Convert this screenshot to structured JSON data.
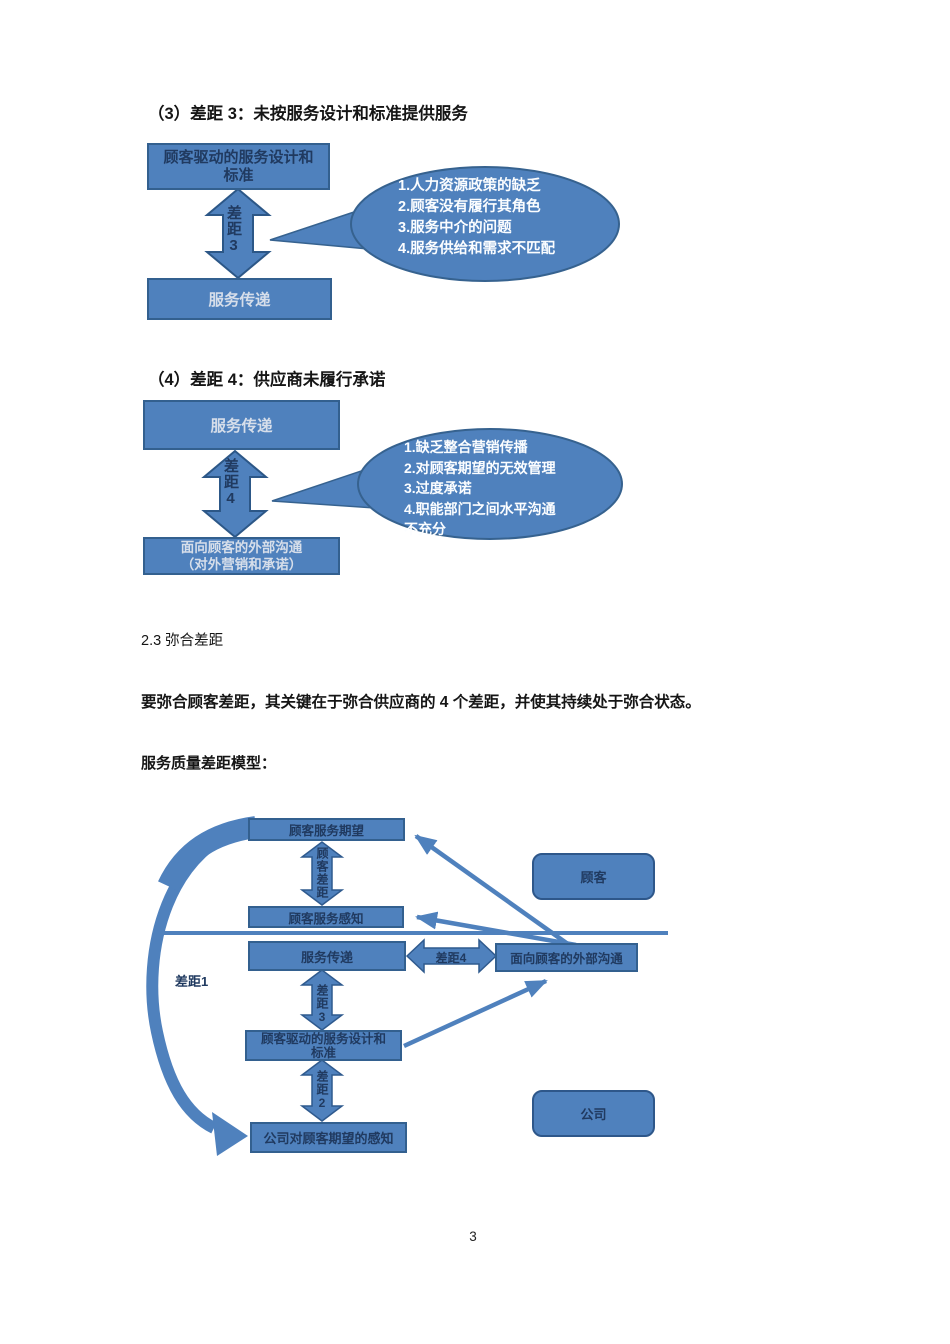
{
  "page_number": "3",
  "colors": {
    "shape_fill": "#4f81bd",
    "shape_border": "#33608f",
    "box_text_dark": "#203a60",
    "box_text_light": "#d6deea",
    "callout_text": "#fbfdff"
  },
  "gap3": {
    "heading": "（3）差距 3：未按服务设计和标准提供服务",
    "box_top_line1": "顾客驱动的服务设计和",
    "box_top_line2": "标准",
    "arrow_label": "差距3",
    "box_bottom": "服务传递",
    "callout_items": [
      "1.人力资源政策的缺乏",
      "2.顾客没有履行其角色",
      "3.服务中介的问题",
      "4.服务供给和需求不匹配"
    ]
  },
  "gap4": {
    "heading": "（4）差距 4：供应商未履行承诺",
    "box_top": "服务传递",
    "arrow_label": "差距4",
    "box_bottom_line1": "面向顾客的外部沟通",
    "box_bottom_line2": "（对外营销和承诺）",
    "callout_items": [
      "1.缺乏整合营销传播",
      "2.对顾客期望的无效管理",
      "3.过度承诺",
      "4.职能部门之间水平沟通",
      "不充分"
    ]
  },
  "section_23": {
    "heading": "2.3 弥合差距",
    "paragraph": "要弥合顾客差距，其关键在于弥合供应商的 4 个差距，并使其持续处于弥合状态。",
    "model_title": "服务质量差距模型："
  },
  "model": {
    "box_expectation": "顾客服务期望",
    "gap_customer_label": "顾客差距",
    "box_perception": "顾客服务感知",
    "box_delivery": "服务传递",
    "gap4_label": "差距4",
    "box_external": "面向顾客的外部沟通",
    "gap1_label": "差距1",
    "gap3_label": "差距3",
    "box_design_line1": "顾客驱动的服务设计和",
    "box_design_line2": "标准",
    "gap2_label": "差距2",
    "box_company_perception": "公司对顾客期望的感知",
    "badge_customer": "顾客",
    "badge_company": "公司"
  }
}
